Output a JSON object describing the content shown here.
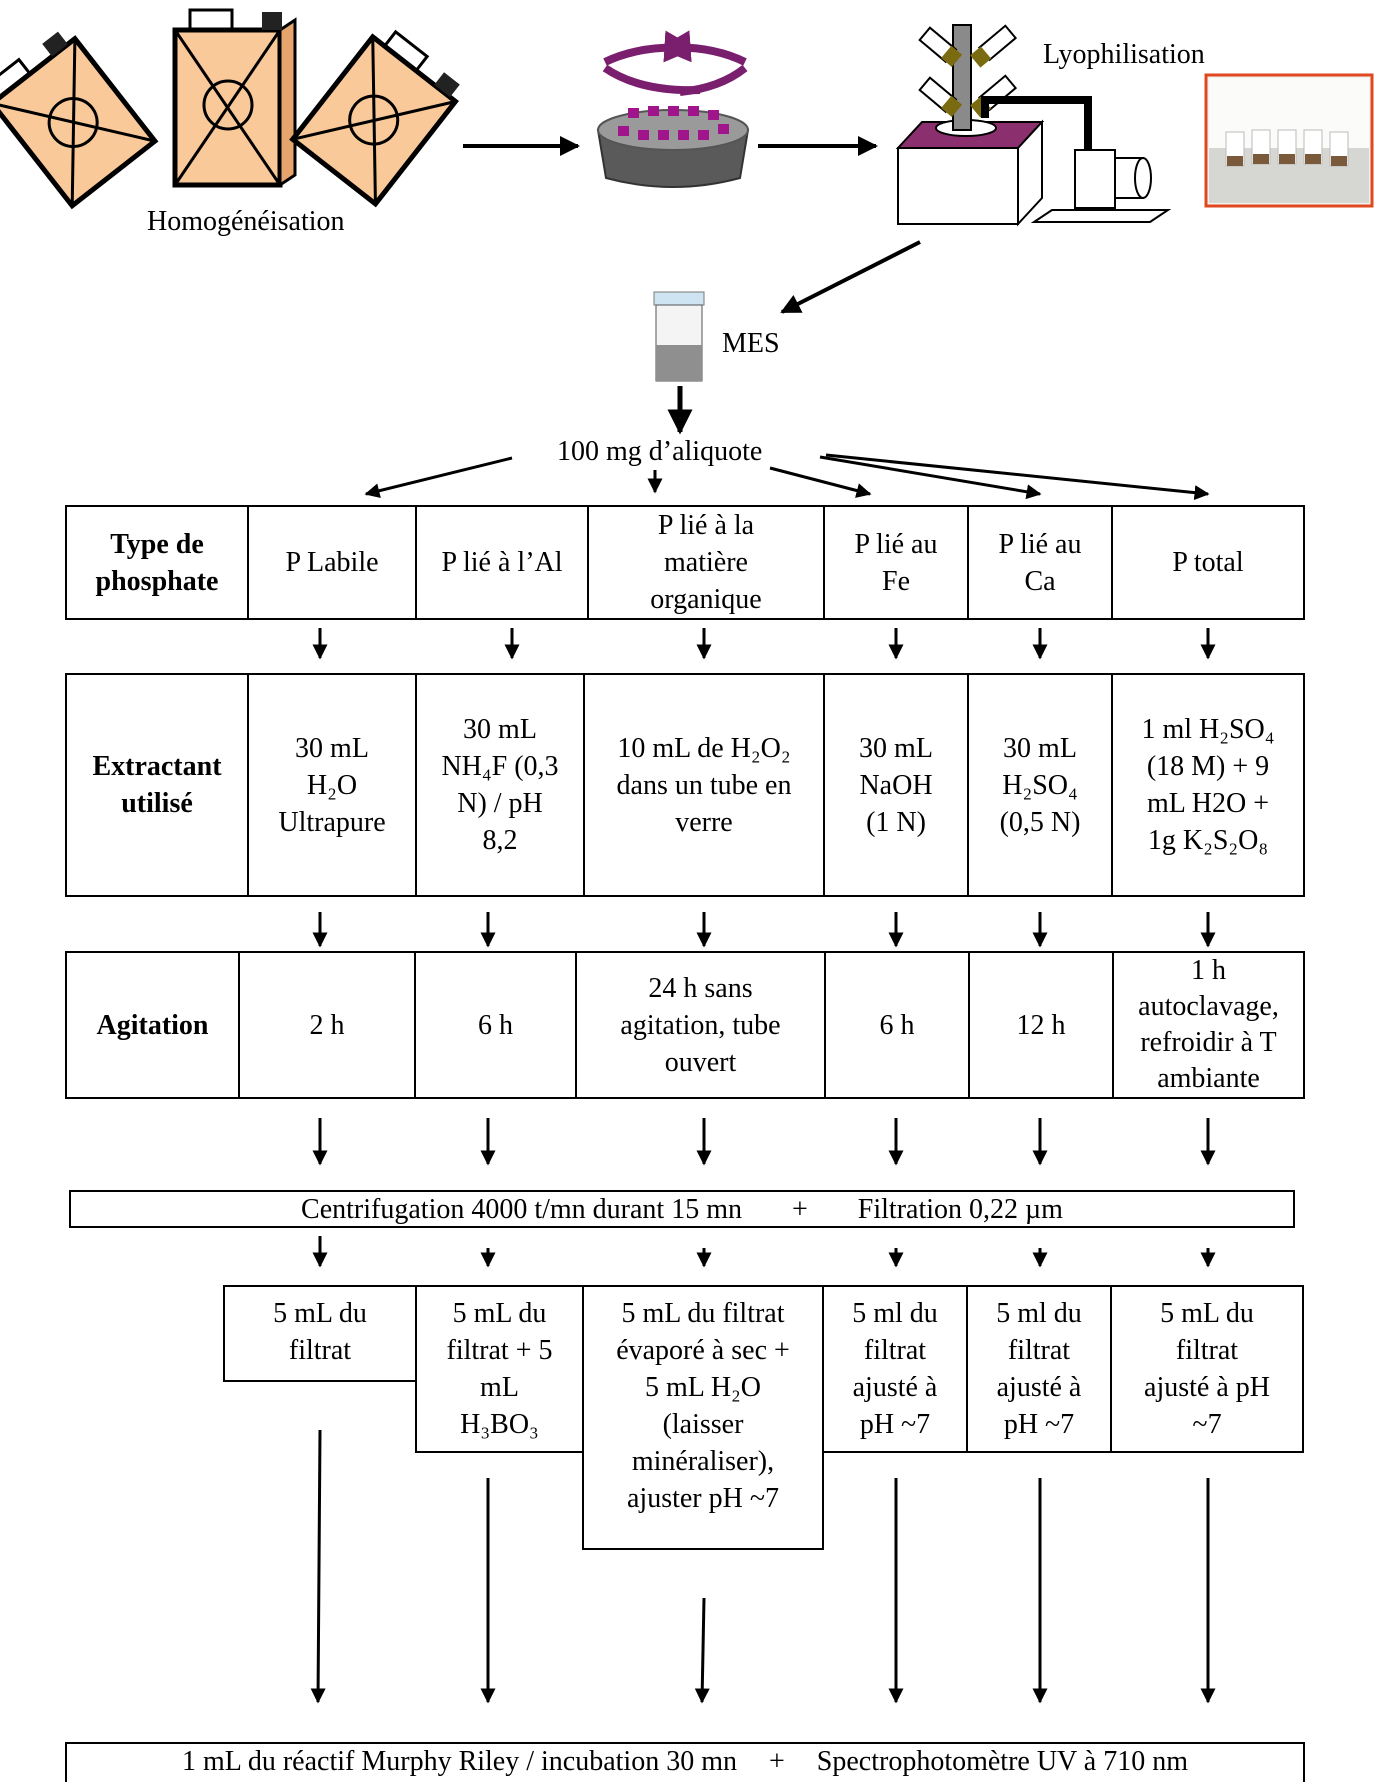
{
  "top": {
    "homogenisation": "Homogénéisation",
    "lyophilisation": "Lyophilisation",
    "mes": "MES",
    "aliquote": "100 mg d’aliquote"
  },
  "rows": {
    "type": {
      "head_l1": "Type de",
      "head_l2": "phosphate",
      "cols": [
        [
          "P Labile"
        ],
        [
          "P lié à l’Al"
        ],
        [
          "P lié à la",
          "matière",
          "organique"
        ],
        [
          "P lié au",
          "Fe"
        ],
        [
          "P lié au",
          "Ca"
        ],
        [
          "P total"
        ]
      ]
    },
    "extractant": {
      "head_l1": "Extractant",
      "head_l2": "utilisé",
      "c1": [
        "30 mL",
        "H₂O",
        "Ultrapure"
      ],
      "c2": [
        "30 mL",
        "NH₄F (0,3",
        "N) / pH",
        "8,2"
      ],
      "c3": [
        "10 mL de H₂O₂",
        "dans un tube en",
        "verre"
      ],
      "c4": [
        "30 mL",
        "NaOH",
        "(1 N)"
      ],
      "c5": [
        "30 mL",
        "H₂SO₄",
        "(0,5 N)"
      ],
      "c6": [
        "1 ml H₂SO₄",
        "(18 M) + 9",
        "mL H2O +",
        "1g K₂S₂O₈"
      ]
    },
    "agitation": {
      "head": "Agitation",
      "c1": "2 h",
      "c2": "6 h",
      "c3": [
        "24 h sans",
        "agitation, tube",
        "ouvert"
      ],
      "c4": "6 h",
      "c5": "12 h",
      "c6": [
        "1 h",
        "autoclavage,",
        "refroidir à T",
        "ambiante"
      ]
    }
  },
  "centrifugation": {
    "left": "Centrifugation 4000 t/mn durant 15 mn",
    "plus": "+",
    "right": "Filtration 0,22 µm"
  },
  "filtrat": {
    "c1": [
      "5 mL du",
      "filtrat"
    ],
    "c2": [
      "5 mL du",
      "filtrat + 5",
      "mL",
      "H₃BO₃"
    ],
    "c3": [
      "5 mL du filtrat",
      "évaporé à sec +",
      "5 mL H₂O",
      "(laisser",
      "minéraliser),",
      "ajuster pH ~7"
    ],
    "c4": [
      "5 ml du",
      "filtrat",
      "ajusté à",
      "pH ~7"
    ],
    "c5": [
      "5 ml du",
      "filtrat",
      "ajusté à",
      "pH ~7"
    ],
    "c6": [
      "5 mL du",
      "filtrat",
      "ajusté à pH",
      "~7"
    ]
  },
  "final": {
    "left": "1 mL du réactif Murphy Riley / incubation 30 mn",
    "plus": "+",
    "right": "Spectrophotomètre UV à 710 nm"
  }
}
